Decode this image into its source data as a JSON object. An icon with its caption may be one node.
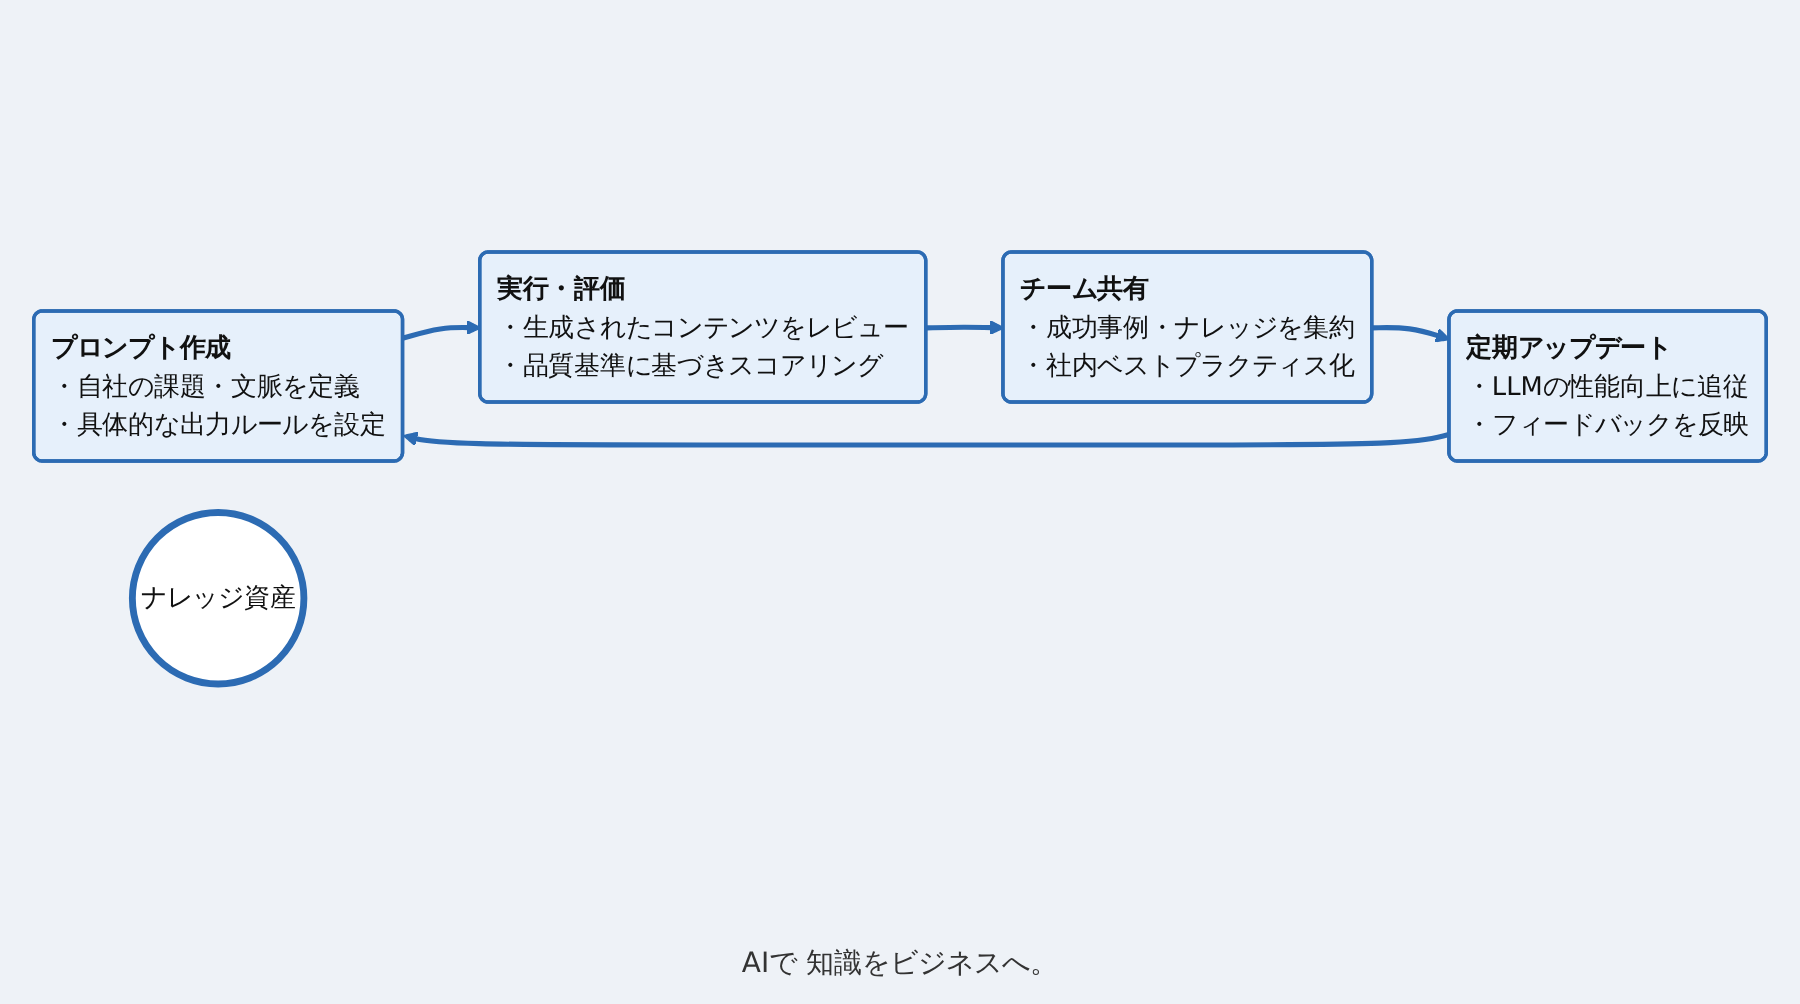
{
  "diagram": {
    "nodes": [
      {
        "text": [
          "プロンプト作成",
          "・自社の課題・文脈を定義",
          "・具体的な出力ルールを設定"
        ]
      },
      {
        "text": [
          "実行・評価",
          "・生成されたコンテンツをレビュー",
          "・品質基準に基づきスコアリング"
        ]
      },
      {
        "text": [
          "チーム共有",
          "・成功事例・ナレッジを集約",
          "・社内ベストプラクティス化"
        ]
      },
      {
        "text": [
          "定期アップデート",
          "・LLMの性能向上に追従",
          "・フィードバックを反映"
        ]
      },
      {
        "text": [
          "ナレッジ資産"
        ]
      }
    ],
    "edges": [
      {
        "from": 0,
        "to": 1,
        "arrow": "to"
      },
      {
        "from": 1,
        "to": 2,
        "arrow": "to"
      },
      {
        "from": 2,
        "to": 3,
        "arrow": "to"
      },
      {
        "from": 3,
        "to": 0,
        "arrow": "to"
      }
    ],
    "labels": [
      "AIで 知識をビジネスへ。"
    ]
  }
}
